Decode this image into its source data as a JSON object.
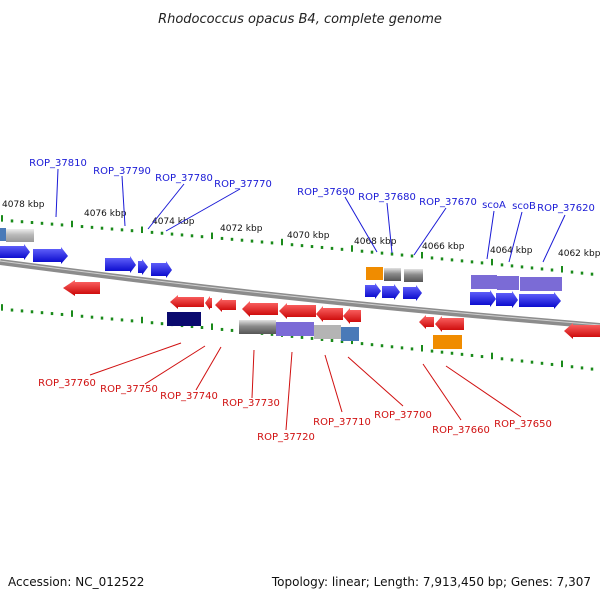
{
  "title": "Rhodococcus opacus B4, complete genome",
  "footer": {
    "accession": "Accession: NC_012522",
    "topology": "Topology: linear; Length: 7,913,450 bp; Genes: 7,307"
  },
  "ruler_labels": [
    "4078 kbp",
    "4076 kbp",
    "4074 kbp",
    "4072 kbp",
    "4070 kbp",
    "4068 kbp",
    "4066 kbp",
    "4064 kbp",
    "4062 kbp"
  ],
  "top_gene_labels": [
    "ROP_37810",
    "ROP_37790",
    "ROP_37780",
    "ROP_37770",
    "ROP_37690",
    "ROP_37680",
    "ROP_37670",
    "scoA",
    "scoB",
    "ROP_37620"
  ],
  "bottom_gene_labels": [
    "ROP_37760",
    "ROP_37750",
    "ROP_37740",
    "ROP_37730",
    "ROP_37720",
    "ROP_37710",
    "ROP_37700",
    "ROP_37660",
    "ROP_37650"
  ],
  "colors": {
    "forward": "#1414e6",
    "reverse": "#e61414",
    "gray_box": "#6e6e6e",
    "purple_box": "#7b6bd6",
    "orange_box": "#f08c00",
    "navy_box": "#0a0a6e",
    "steel_box": "#4a7ab8",
    "light_gray_box": "#b4b4b4",
    "ruler_tick": "#1a8a1a"
  }
}
